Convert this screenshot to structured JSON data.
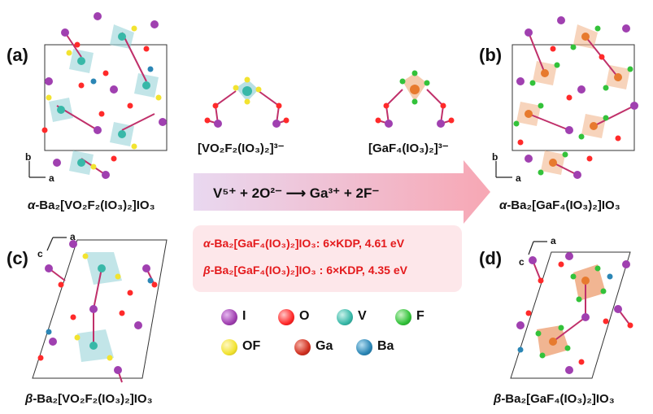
{
  "panels": {
    "a": {
      "tag": "(a)",
      "caption_greek": "α",
      "caption_rest": "-Ba₂[VO₂F₂(IO₃)₂]IO₃",
      "axis1": "b",
      "axis2": "a"
    },
    "b": {
      "tag": "(b)",
      "caption_greek": "α",
      "caption_rest": "-Ba₂[GaF₄(IO₃)₂]IO₃",
      "axis1": "b",
      "axis2": "a"
    },
    "c": {
      "tag": "(c)",
      "caption_greek": "β",
      "caption_rest": "-Ba₂[VO₂F₂(IO₃)₂]IO₃",
      "axis1": "c",
      "axis2": "a"
    },
    "d": {
      "tag": "(d)",
      "caption_greek": "β",
      "caption_rest": "-Ba₂[GaF₄(IO₃)₂]IO₃",
      "axis1": "c",
      "axis2": "a"
    }
  },
  "fragments": {
    "left": "[VO₂F₂(IO₃)₂]³⁻",
    "right": "[GaF₄(IO₃)₂]³⁻"
  },
  "reaction": "V⁵⁺ + 2O²⁻ ⟶ Ga³⁺ + 2F⁻",
  "properties": [
    {
      "greek": "α",
      "text": "-Ba₂[GaF₄(IO₃)₂]IO₃: 6×KDP, 4.61 eV"
    },
    {
      "greek": "β",
      "text": "-Ba₂[GaF₄(IO₃)₂]IO₃ : 6×KDP, 4.35 eV"
    }
  ],
  "legend": [
    {
      "label": "I",
      "color": "#a040b0",
      "icon": "iodine-atom-icon"
    },
    {
      "label": "O",
      "color": "#ff2a2a",
      "icon": "oxygen-atom-icon"
    },
    {
      "label": "V",
      "color": "#38b8a8",
      "icon": "vanadium-atom-icon"
    },
    {
      "label": "F",
      "color": "#33c23a",
      "icon": "fluorine-atom-icon"
    },
    {
      "label": "OF",
      "color": "#f2e330",
      "icon": "oxyfluoride-atom-icon"
    },
    {
      "label": "Ga",
      "color": "#d03020",
      "icon": "gallium-atom-icon"
    },
    {
      "label": "Ba",
      "color": "#2b86b5",
      "icon": "barium-atom-icon"
    }
  ],
  "colors": {
    "arrow_left": "#e9d8f0",
    "arrow_right": "#f7a7b4",
    "property_text": "#e41a1c",
    "property_box": "#fde7ea"
  }
}
